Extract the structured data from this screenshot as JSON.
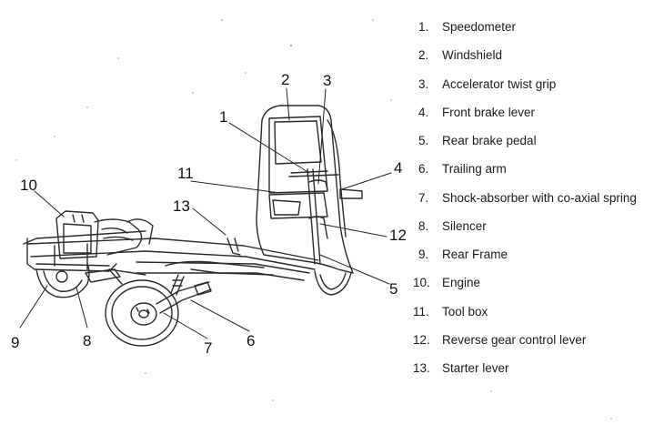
{
  "callouts": [
    "1",
    "2",
    "3",
    "4",
    "5",
    "6",
    "7",
    "8",
    "9",
    "10",
    "11",
    "12",
    "13"
  ],
  "legend": [
    {
      "num": "1.",
      "text": "Speedometer"
    },
    {
      "num": "2.",
      "text": "Windshield"
    },
    {
      "num": "3.",
      "text": "Accelerator twist grip"
    },
    {
      "num": "4.",
      "text": "Front brake lever"
    },
    {
      "num": "5.",
      "text": "Rear brake pedal"
    },
    {
      "num": "6.",
      "text": "Trailing arm"
    },
    {
      "num": "7.",
      "text": "Shock-absorber with co-axial spring"
    },
    {
      "num": "8.",
      "text": "Silencer"
    },
    {
      "num": "9.",
      "text": "Rear Frame"
    },
    {
      "num": "10.",
      "text": "Engine"
    },
    {
      "num": "11.",
      "text": "Tool box"
    },
    {
      "num": "12.",
      "text": "Reverse gear control lever"
    },
    {
      "num": "13.",
      "text": "Starter lever"
    }
  ]
}
